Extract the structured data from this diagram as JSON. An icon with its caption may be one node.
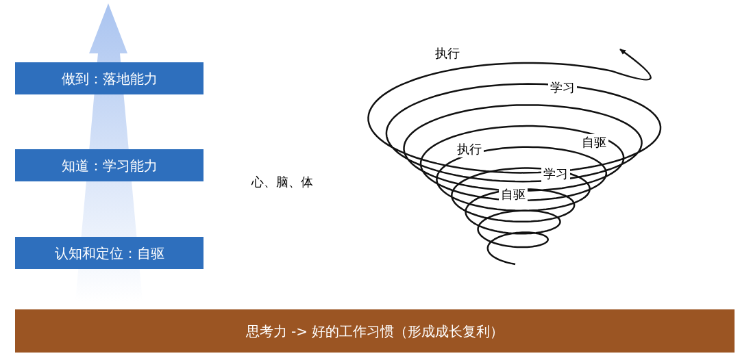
{
  "diagram": {
    "nodes": [
      {
        "text": [
          "做到：落地能力"
        ]
      },
      {
        "text": [
          "知道：学习能力"
        ]
      },
      {
        "text": [
          "认知和定位：自驱"
        ]
      },
      {
        "text": [
          "思考力 -> 好的工作习惯（形成成长复利）"
        ]
      }
    ],
    "edges": [],
    "labels": [
      "执行",
      "学习",
      "自驱",
      "执行",
      "学习",
      "自驱",
      "心、脑、体"
    ]
  }
}
